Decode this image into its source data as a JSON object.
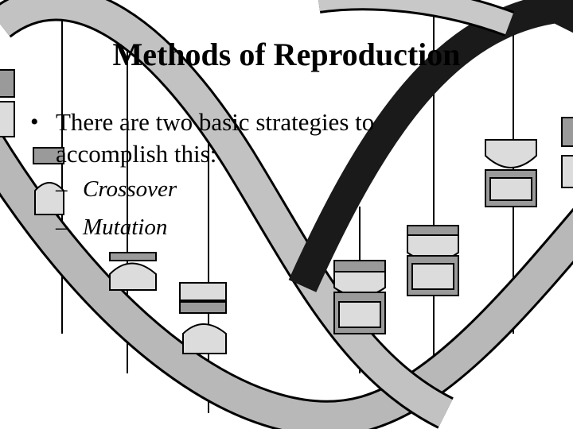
{
  "slide": {
    "title": "Methods of Reproduction",
    "bullet": {
      "marker": "•",
      "text": "There are two basic strategies to accomplish this:"
    },
    "sub_items": [
      {
        "marker": "–",
        "text": "Crossover"
      },
      {
        "marker": "–",
        "text": "Mutation"
      }
    ]
  },
  "background": {
    "illustration_icon": "dna-double-helix-icon",
    "strand_color": "#b8b8b8",
    "strand_dark_color": "#1a1a1a",
    "base_light_color": "#dcdcdc",
    "base_dark_color": "#9a9a9a",
    "outline_color": "#000000"
  }
}
